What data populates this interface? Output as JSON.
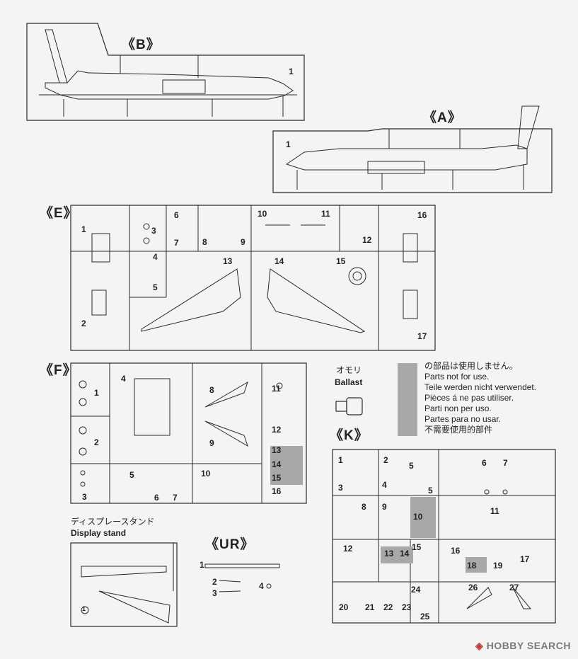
{
  "sprues": {
    "B": {
      "label": "《B》",
      "parts": [
        "1"
      ]
    },
    "A": {
      "label": "《A》",
      "parts": [
        "1"
      ]
    },
    "E": {
      "label": "《E》",
      "parts": [
        "1",
        "2",
        "3",
        "4",
        "5",
        "6",
        "7",
        "8",
        "9",
        "10",
        "11",
        "12",
        "13",
        "14",
        "15",
        "16",
        "17"
      ]
    },
    "F": {
      "label": "《F》",
      "parts": [
        "1",
        "2",
        "3",
        "4",
        "5",
        "6",
        "7",
        "8",
        "9",
        "10",
        "11",
        "12",
        "13",
        "14",
        "15",
        "16"
      ]
    },
    "UR": {
      "label": "《UR》",
      "parts": [
        "1",
        "2",
        "3",
        "4"
      ]
    },
    "K": {
      "label": "《K》",
      "parts": [
        "1",
        "2",
        "3",
        "4",
        "5",
        "5",
        "6",
        "7",
        "8",
        "9",
        "10",
        "11",
        "12",
        "13",
        "14",
        "15",
        "16",
        "17",
        "18",
        "19",
        "20",
        "21",
        "22",
        "23",
        "24",
        "25",
        "26",
        "27"
      ]
    }
  },
  "ballast": {
    "jp": "オモリ",
    "en": "Ballast"
  },
  "display_stand": {
    "jp": "ディスプレースタンド",
    "en": "Display stand",
    "part": "1"
  },
  "not_for_use_legend": [
    "の部品は使用しません。",
    "Parts not for use.",
    "Teile werden nicht verwendet.",
    "Pièces á ne pas utiliser.",
    "Parti non per uso.",
    "Partes para no usar.",
    "不需要使用的部件"
  ],
  "colors": {
    "line": "#2a2a2a",
    "unused_fill": "#a8a8a8",
    "background": "#f4f4f2"
  },
  "watermark": {
    "logo": "◈",
    "text": "HOBBY SEARCH"
  }
}
